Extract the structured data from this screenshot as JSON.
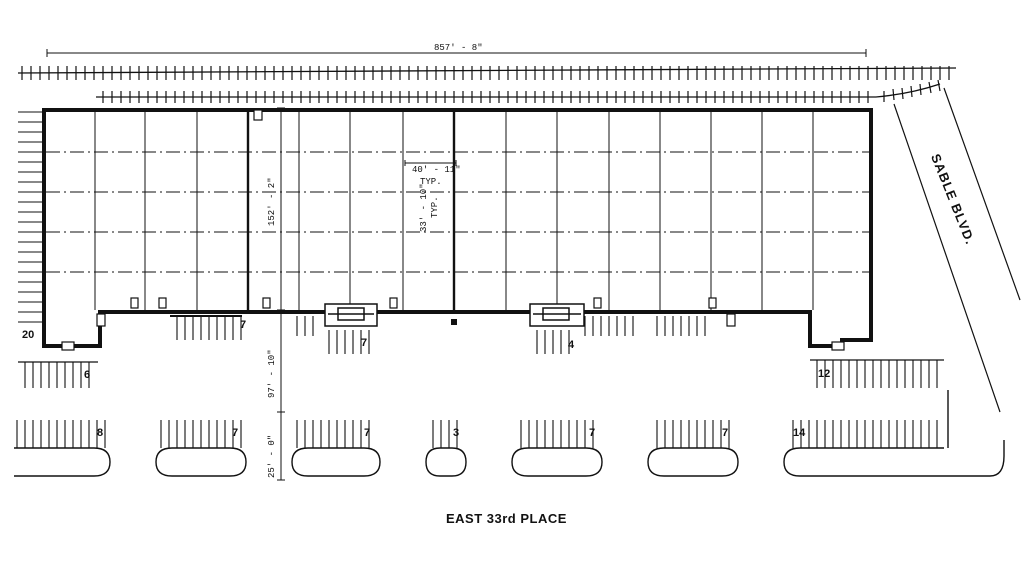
{
  "dimensions": {
    "overall_length": "857' - 8\"",
    "bay_width": "40' - 11\"",
    "bay_width_note": "TYP.",
    "bay_depth": "33' - 10\"",
    "bay_depth_note": "TYP.",
    "building_depth": "152' - 2\"",
    "drive_depth": "97' - 10\"",
    "setback": "25' - 0\""
  },
  "streets": {
    "south": "EAST 33rd PLACE",
    "east": "SABLE BLVD."
  },
  "parking_counts": {
    "corner_west": "20",
    "dock_1": "7",
    "dock_2": "7",
    "dock_3": "4",
    "row2_west": "6",
    "row2_east": "12",
    "island_1": "8",
    "island_2": "7",
    "island_3": "7",
    "island_4": "3",
    "island_5": "7",
    "island_6": "7",
    "island_7": "14"
  }
}
